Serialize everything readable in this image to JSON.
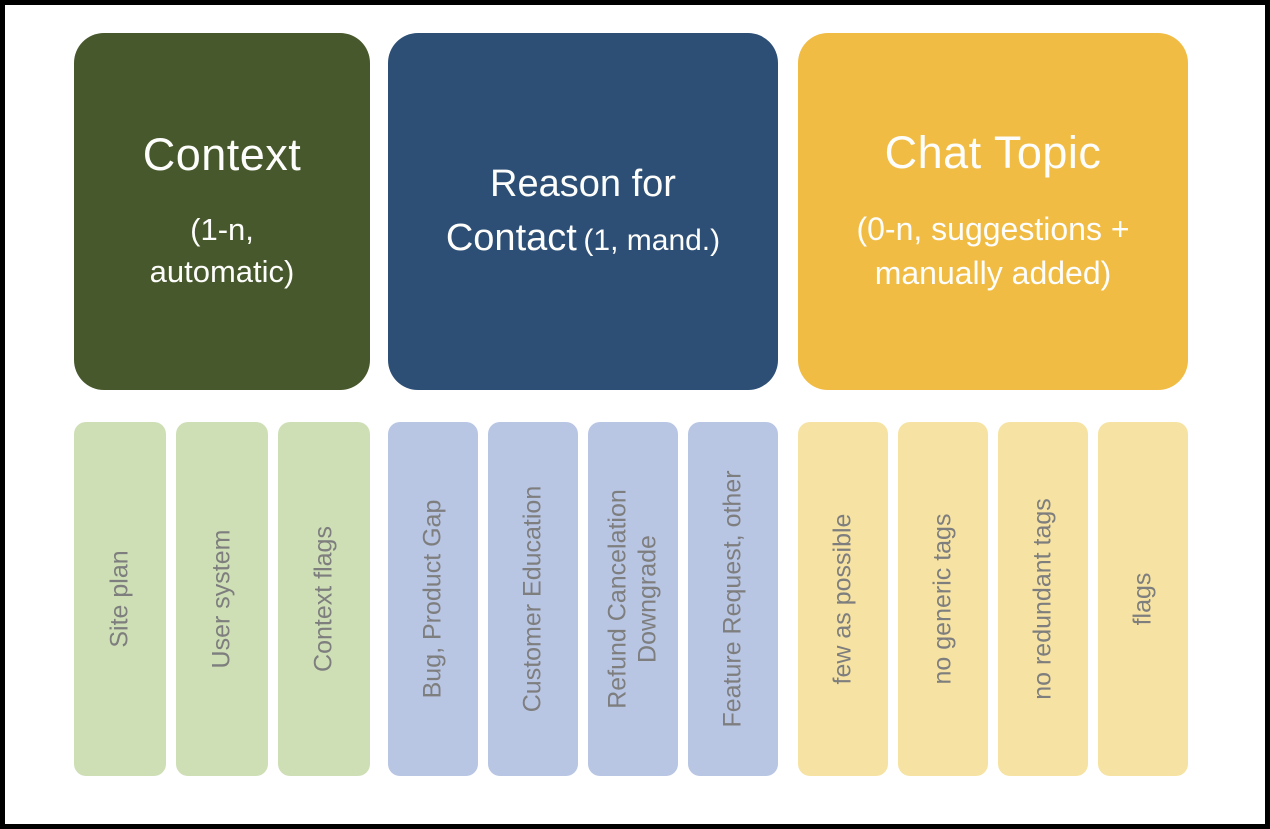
{
  "canvas": {
    "background_color": "#FFFFFF",
    "border_color": "#000000",
    "header_text_color": "#FDFDFB",
    "column_text_color": "#7E7E7E"
  },
  "groups": [
    {
      "name": "context",
      "title": "Context",
      "subtitle": "(1-n, automatic)",
      "header_color": "#47592C",
      "column_color": "#CEDFB6",
      "columns": [
        "Site plan",
        "User system",
        "Context flags"
      ]
    },
    {
      "name": "reason-for-contact",
      "title": "Reason for Contact",
      "subtitle": "(1, mand.)",
      "header_color": "#2D4F76",
      "column_color": "#B8C6E4",
      "columns": [
        "Bug, Product Gap",
        "Customer Education",
        "Refund Cancelation Downgrade",
        "Feature Request, other"
      ]
    },
    {
      "name": "chat-topic",
      "title": "Chat Topic",
      "subtitle": "(0-n, suggestions + manually added)",
      "header_color": "#F0BC44",
      "column_color": "#F6E3A3",
      "columns": [
        "few as possible",
        "no generic tags",
        "no redundant tags",
        "flags"
      ]
    }
  ]
}
